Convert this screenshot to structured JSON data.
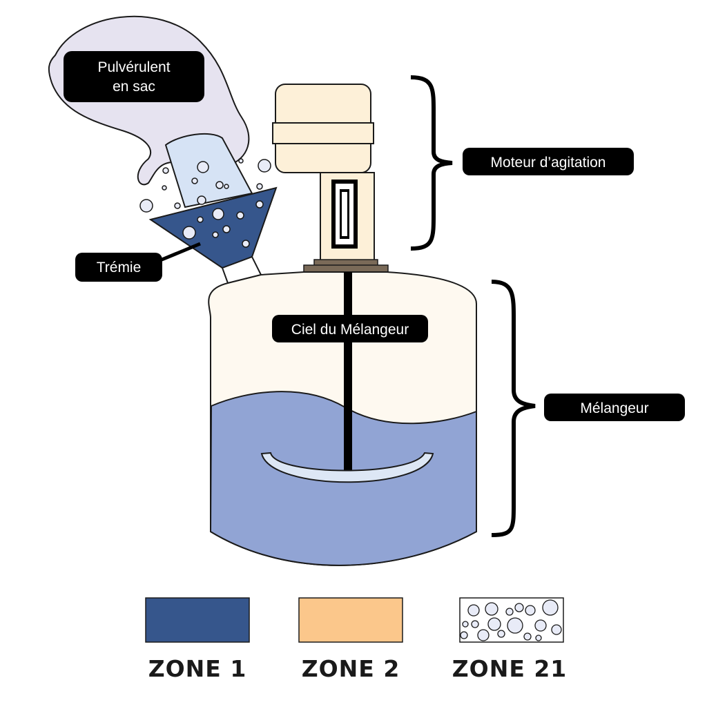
{
  "labels": {
    "bag_line1": "Pulvérulent",
    "bag_line2": "en sac",
    "motor": "Moteur d’agitation",
    "hopper": "Trémie",
    "headspace": "Ciel du Mélangeur",
    "mixer": "Mélangeur"
  },
  "legend": [
    {
      "label": "ZONE 1",
      "color": "#36568c",
      "pattern": "solid"
    },
    {
      "label": "ZONE 2",
      "color": "#fbc78b",
      "pattern": "solid"
    },
    {
      "label": "ZONE 21",
      "color": "#ffffff",
      "pattern": "bubbles"
    }
  ],
  "colors": {
    "bag": "#e6e3f0",
    "bag_spout": "#d6e3f5",
    "hopper": "#36568c",
    "liquid": "#91a4d4",
    "tank_headspace": "#fef9f0",
    "motor": "#fdf0d8",
    "motor_base": "#7a6a58",
    "label_bg": "#000000"
  }
}
